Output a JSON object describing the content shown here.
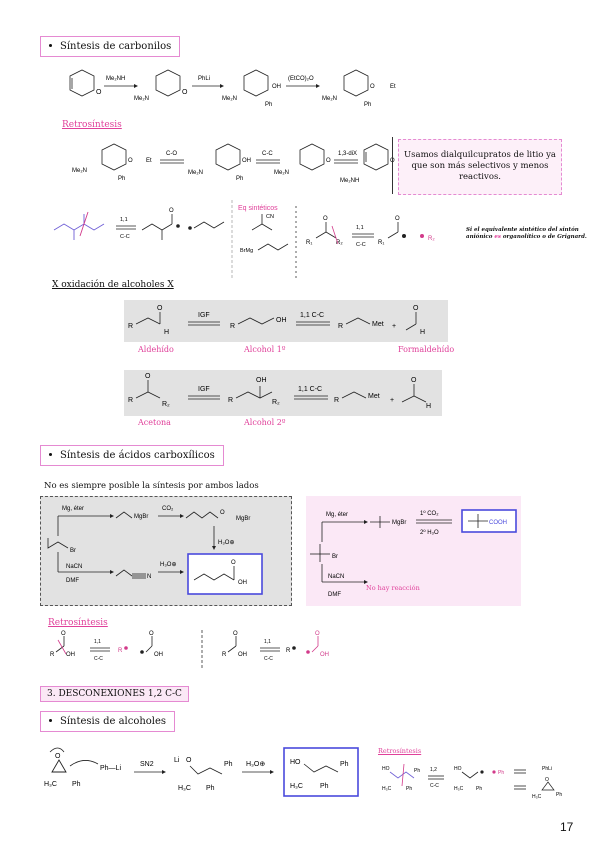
{
  "sections": {
    "carbonilos_title": "Síntesis de carbonilos",
    "retrosintesis_1": "Retrosíntesis",
    "note_text": "Usamos dialquilcupratos de litio ya que son más selectivos y menos reactivos.",
    "eq_sinteticos": "Eq sintéticos",
    "equiv_note_a": "Si el equivalente sintético del sintón aniónico ",
    "equiv_note_es": "es",
    "equiv_note_b": " organolítico o de Grignard.",
    "oxidacion_title": "X oxidación de alcoholes X",
    "aldehido": "Aldehído",
    "alcohol1": "Alcohol 1º",
    "formaldehido": "Formaldehído",
    "acetona": "Acetona",
    "alcohol2": "Alcohol 2º",
    "acidos_title": "Síntesis de ácidos carboxílicos",
    "no_siempre": "No es siempre posible la síntesis por ambos lados",
    "no_hay": "No hay reacción",
    "retrosintesis_2": "Retrosíntesis",
    "desconexiones": "3. DESCONEXIONES 1,2 C-C",
    "alcoholes_title": "Síntesis de alcoholes",
    "retrosintesis_3": "Retrosíntesis",
    "page_number": "17"
  },
  "reagents": {
    "me2nh": "Me₂NH",
    "phli": "PhLi",
    "etco2o": "(EtCO)₂O",
    "co": "C-O",
    "cc": "C-C",
    "diX": "1,3-diX",
    "me2n": "Me₂N",
    "oh": "OH",
    "ph": "Ph",
    "et": "Et",
    "o": "O",
    "r": "R",
    "r1": "R₁",
    "r2": "R₂",
    "cn": "CN",
    "brmg": "BrMg",
    "one_one": "1,1",
    "one_one_cc": "1,1 C-C",
    "igf": "IGF",
    "met": "Met",
    "h": "H",
    "mg_eter": "Mg, éter",
    "co2": "CO₂",
    "mgbr": "MgBr",
    "h3o": "H₃O⊕",
    "br": "Br",
    "nacn": "NaCN",
    "dmf": "DMF",
    "cooh": "COOH",
    "first_co2": "1º CO₂",
    "second_h3o": "2º H₃O",
    "sn2": "SN2",
    "li": "Li",
    "h3c": "H₃C",
    "ho": "HO",
    "one_two": "1,2",
    "phli2": "PhLi",
    "phminusli": "Ph—Li",
    "oh_anion": "OH"
  }
}
